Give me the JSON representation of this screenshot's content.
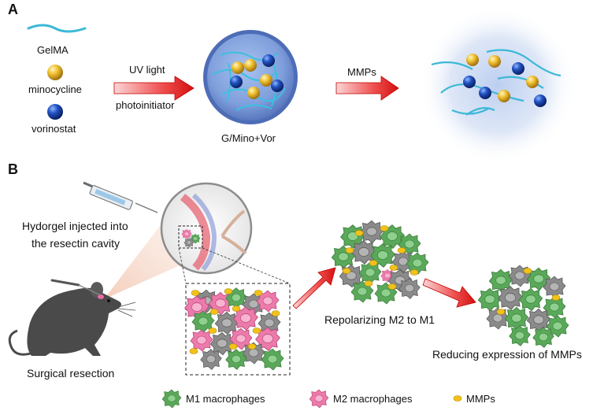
{
  "panel_a": {
    "letter": "A",
    "legend": {
      "gelma": "GelMA",
      "minocycline": "minocycline",
      "vorinostat": "vorinostat"
    },
    "step1": {
      "top": "UV light",
      "bottom": "photoinitiator"
    },
    "hydrogel_label": "G/Mino+Vor",
    "step2": {
      "top": "MMPs"
    }
  },
  "panel_b": {
    "letter": "B",
    "injection_label_line1": "Hydorgel injected into",
    "injection_label_line2": "the resectin cavity",
    "surgery_label": "Surgical resection",
    "repolarize_label": "Repolarizing M2 to M1",
    "reduce_label": "Reducing expression of MMPs",
    "legend": {
      "m1": "M1 macrophages",
      "m2": "M2 macrophages",
      "mmps": "MMPs"
    }
  },
  "colors": {
    "fiber": "#3bb8d8",
    "minocycline": "#e8b820",
    "vorinostat": "#1f4fb0",
    "arrow": "#e01818",
    "m1": "#5aa85a",
    "m2": "#e86aa0",
    "gray_cell": "#8a8a8a",
    "mouse": "#4a4a4a"
  }
}
